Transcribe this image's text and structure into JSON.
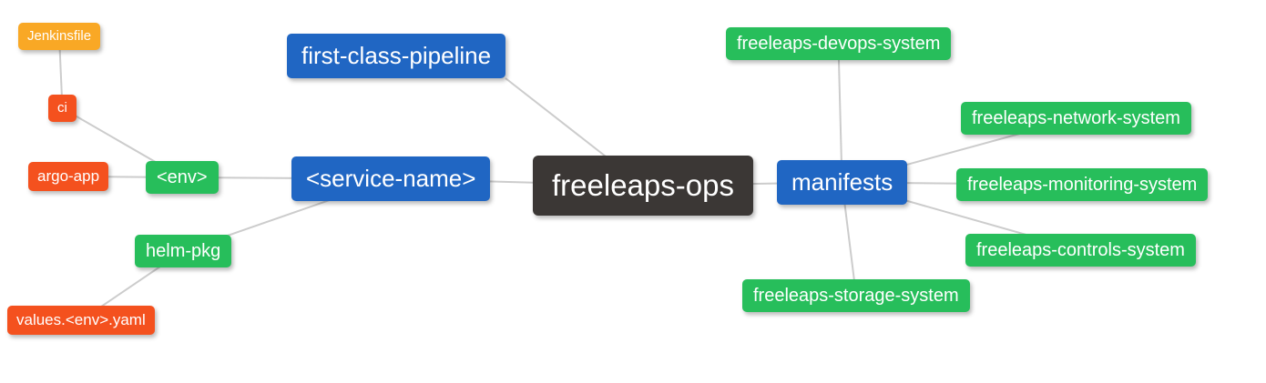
{
  "palette": {
    "root_node": "#3B3735",
    "branch_node": "#2066C3",
    "leaf_green": "#27BE5B",
    "leaf_red": "#F4511E",
    "leaf_orange": "#F9A825",
    "edge_line": "#CCCCCC",
    "node_text": "#FFFFFF",
    "background": "#FFFFFF"
  },
  "mindmap": {
    "nodes": [
      {
        "id": "jenkinsfile",
        "label": "Jenkinsfile",
        "color": "#F9A825"
      },
      {
        "id": "ci",
        "label": "ci",
        "color": "#F4511E"
      },
      {
        "id": "argo-app",
        "label": "argo-app",
        "color": "#F4511E"
      },
      {
        "id": "env",
        "label": "<env>",
        "color": "#27BE5B"
      },
      {
        "id": "helm-pkg",
        "label": "helm-pkg",
        "color": "#27BE5B"
      },
      {
        "id": "values-env-yaml",
        "label": "values.<env>.yaml",
        "color": "#F4511E"
      },
      {
        "id": "first-class-pipeline",
        "label": "first-class-pipeline",
        "color": "#2066C3"
      },
      {
        "id": "service-name",
        "label": "<service-name>",
        "color": "#2066C3"
      },
      {
        "id": "freeleaps-ops",
        "label": "freeleaps-ops",
        "color": "#3B3735"
      },
      {
        "id": "manifests",
        "label": "manifests",
        "color": "#2066C3"
      },
      {
        "id": "freeleaps-devops-system",
        "label": "freeleaps-devops-system",
        "color": "#27BE5B"
      },
      {
        "id": "freeleaps-network-system",
        "label": "freeleaps-network-system",
        "color": "#27BE5B"
      },
      {
        "id": "freeleaps-monitoring-system",
        "label": "freeleaps-monitoring-system",
        "color": "#27BE5B"
      },
      {
        "id": "freeleaps-controls-system",
        "label": "freeleaps-controls-system",
        "color": "#27BE5B"
      },
      {
        "id": "freeleaps-storage-system",
        "label": "freeleaps-storage-system",
        "color": "#27BE5B"
      }
    ],
    "edges": [
      [
        "jenkinsfile",
        "ci"
      ],
      [
        "ci",
        "env"
      ],
      [
        "argo-app",
        "env"
      ],
      [
        "env",
        "service-name"
      ],
      [
        "helm-pkg",
        "service-name"
      ],
      [
        "values-env-yaml",
        "helm-pkg"
      ],
      [
        "first-class-pipeline",
        "freeleaps-ops"
      ],
      [
        "service-name",
        "freeleaps-ops"
      ],
      [
        "freeleaps-ops",
        "manifests"
      ],
      [
        "manifests",
        "freeleaps-devops-system"
      ],
      [
        "manifests",
        "freeleaps-network-system"
      ],
      [
        "manifests",
        "freeleaps-monitoring-system"
      ],
      [
        "manifests",
        "freeleaps-controls-system"
      ],
      [
        "manifests",
        "freeleaps-storage-system"
      ]
    ]
  }
}
